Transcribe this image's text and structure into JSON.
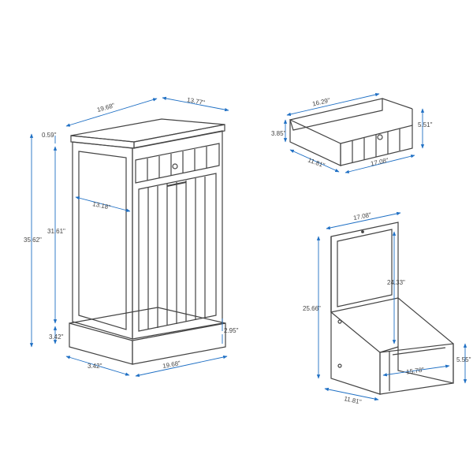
{
  "colors": {
    "line": "#444444",
    "dim": "#1e6fc4",
    "text": "#444444"
  },
  "cabinet": {
    "dims": {
      "top_width": "19.68\"",
      "top_depth": "13.77\"",
      "top_thickness": "0.59\"",
      "total_height": "35.62\"",
      "body_height": "31.61\"",
      "base_height": "3.42\"",
      "base_depth": "3.42\"",
      "base_width": "19.68\"",
      "inner_width": "13.18\"",
      "toe_height": "2.95\""
    }
  },
  "drawer": {
    "dims": {
      "width": "16.29\"",
      "height_left": "3.85\"",
      "height_right": "5.51\"",
      "depth": "11.81\"",
      "front_width": "17.08\""
    }
  },
  "bin": {
    "dims": {
      "frame_width": "17.08\"",
      "total_height": "25.66\"",
      "inner_height": "24.33\"",
      "box_height": "5.55\"",
      "box_width": "15.78\"",
      "depth": "11.81\""
    }
  }
}
